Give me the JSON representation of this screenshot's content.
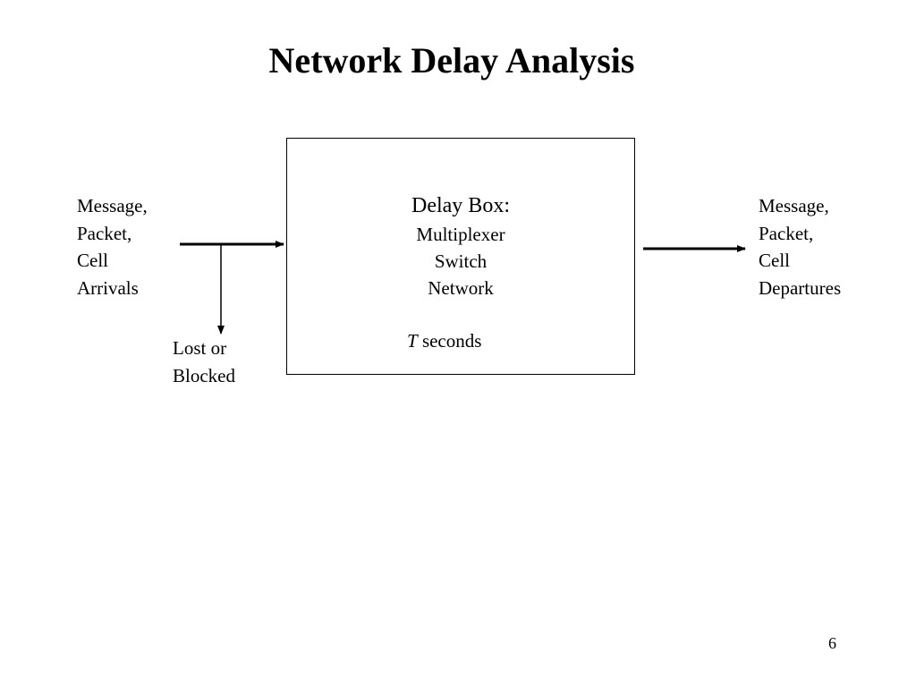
{
  "title": "Network Delay Analysis",
  "delay_box": {
    "heading": "Delay Box:",
    "lines": [
      "Multiplexer",
      "Switch",
      "Network"
    ],
    "time_variable": "T",
    "time_unit": "seconds"
  },
  "arrivals": {
    "lines": [
      "Message,",
      "Packet,",
      "Cell",
      "Arrivals"
    ]
  },
  "departures": {
    "lines": [
      "Message,",
      "Packet,",
      "Cell",
      "Departures"
    ]
  },
  "lost": {
    "lines": [
      "Lost or",
      "Blocked"
    ]
  },
  "page_number": "6"
}
